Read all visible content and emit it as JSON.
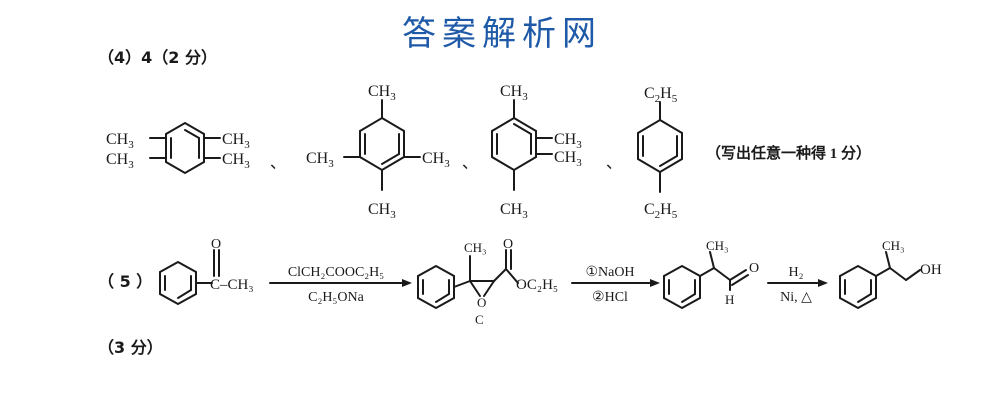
{
  "watermark": "答案解析网",
  "part4": {
    "label": "（4）4（2 分）",
    "separator": "、",
    "note": "（写出任意一种得 1 分）",
    "groups": {
      "ch3": "CH",
      "sub3": "3",
      "c2h5": "C",
      "sub2": "2",
      "h5": "H",
      "sub5": "5"
    }
  },
  "part5": {
    "label": "（ 5 ）",
    "score": "（3 分）",
    "reagent1_top": "ClCH₂COOC₂H₅",
    "reagent1_bottom": "C₂H₅ONa",
    "reagent2_top": "①NaOH",
    "reagent2_bottom": "②HCl",
    "reagent3_top": "H₂",
    "reagent3_bottom": "Ni, △",
    "atoms": {
      "o": "O",
      "c": "C",
      "h": "H",
      "ch3_inline": "C–CH₃",
      "oc2h5": "OC₂H₅",
      "oh": "OH",
      "ch3_small": "CH₃"
    }
  },
  "colors": {
    "watermark": "#1f5aa8",
    "ink": "#1a1a1a"
  }
}
